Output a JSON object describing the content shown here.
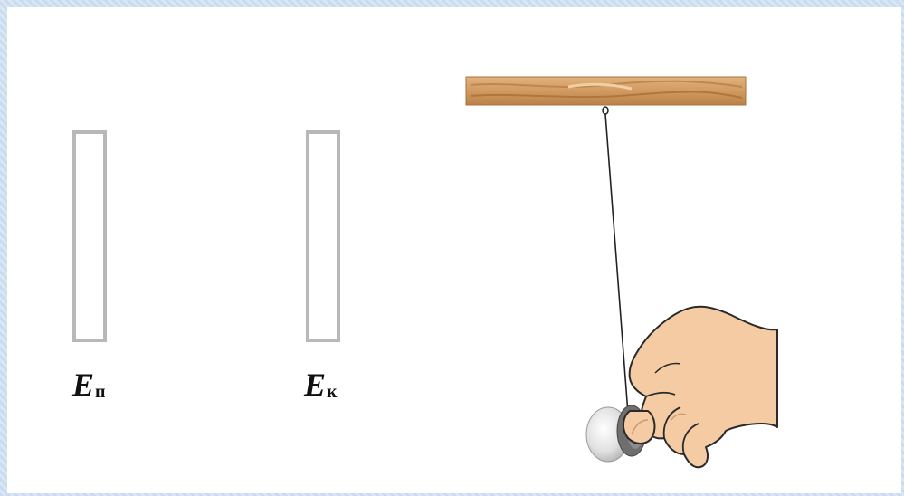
{
  "energy_bars": [
    {
      "symbol": "E",
      "subscript": "п",
      "level": 0
    },
    {
      "symbol": "E",
      "subscript": "к",
      "level": 0
    }
  ],
  "colors": {
    "bar_frame": "#b8b8b8",
    "wood": "#d4a06a",
    "hand": "#f2c9a0",
    "ball": "#d9d9d9"
  }
}
